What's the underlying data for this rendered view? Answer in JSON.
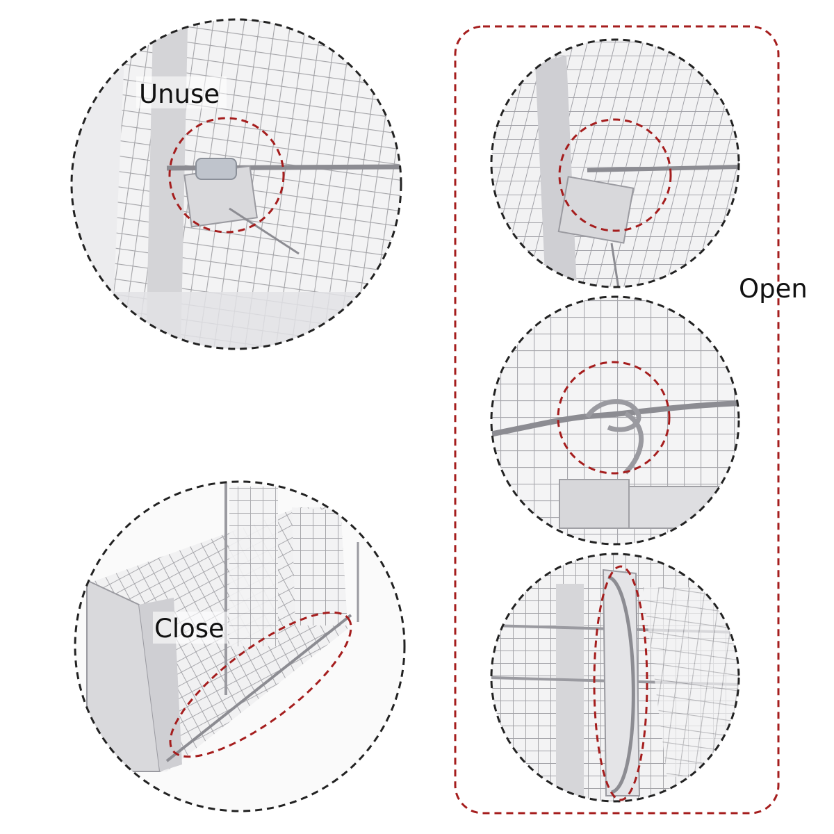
{
  "labels": {
    "unuse": "Unuse",
    "close": "Close",
    "open": "Open"
  },
  "colors": {
    "background": "#ffffff",
    "outline_black": "#222222",
    "highlight_red": "#a51d1d",
    "metal_light": "#e9e9ea",
    "metal_mid": "#c9c9cc",
    "wire": "#9b9ba0",
    "label_text": "#111111"
  },
  "panels": [
    {
      "name": "unuse-detail",
      "highlight": "circle"
    },
    {
      "name": "close-detail",
      "highlight": "ellipse"
    },
    {
      "name": "open-detail-top",
      "highlight": "circle"
    },
    {
      "name": "open-detail-middle",
      "highlight": "circle"
    },
    {
      "name": "open-detail-bottom",
      "highlight": "ellipse"
    }
  ]
}
